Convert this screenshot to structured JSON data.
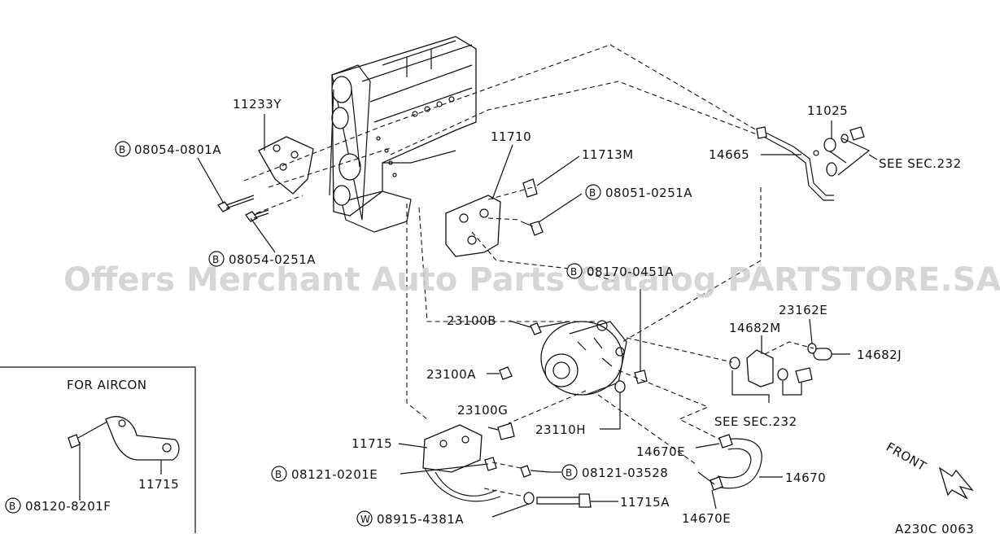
{
  "watermark": "Offers Merchant Auto Parts Catalog PARTSTORE.SA",
  "inset_title": "FOR AIRCON",
  "front_label": "FRONT",
  "diagram_code": "A230C 0063",
  "bolt_symbol_b": "B",
  "bolt_symbol_w": "W",
  "labels": {
    "p11233y": "11233Y",
    "p08054_0801a": "08054-0801A",
    "p08054_0251a": "08054-0251A",
    "p11710": "11710",
    "p11713m": "11713M",
    "p08051_0251a": "08051-0251A",
    "p11025": "11025",
    "p14665": "14665",
    "see_sec_232_top": "SEE SEC.232",
    "p08170_0451a": "08170-0451A",
    "p23100b": "23100B",
    "p23162e": "23162E",
    "p14682m": "14682M",
    "p14682j": "14682J",
    "p23100a": "23100A",
    "p23100g": "23100G",
    "p23110h": "23110H",
    "see_sec_232_mid": "SEE SEC.232",
    "p11715_main": "11715",
    "p14670e_top": "14670E",
    "p08121_0201e": "08121-0201E",
    "p08121_03528": "08121-03528",
    "p14670": "14670",
    "p11715a": "11715A",
    "p08915_4381a": "08915-4381A",
    "p14670e_bottom": "14670E",
    "p11715_inset": "11715",
    "p08120_8201f": "08120-8201F"
  }
}
